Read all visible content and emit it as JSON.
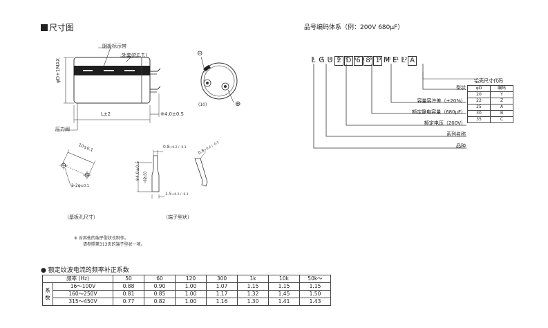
{
  "dimensions": {
    "title": "尺寸图",
    "sleeve_band_label": "阴极标示带",
    "outer_sleeve_label": "外套(P.E.T.)",
    "diameter_label": "φD+1MAX.",
    "length_label": "L±2",
    "lead_dim_label": "※4.0±0.5",
    "pressure_valve_label": "压力阀",
    "minus_sign": "⊖",
    "plus_sign": "⊕",
    "pitch_label": "(10)",
    "hole_pitch_label": "10±0.1",
    "hole_label": "2-2φ",
    "hole_tol": "±0.1",
    "lead_width_label": "0.8",
    "lead_width_tol": "+0.2 / -0.1",
    "lead_height_label": "※4.0±0.5",
    "lead_inner_label": "(2.3)",
    "lead_thick_label": "1.5",
    "lead_thick_tol": "+0.2 / -0.1",
    "lead_width2_label": "0.8",
    "lead_width2_tol": "+0.2 / -0.1",
    "caption_left": "（基板孔尺寸）",
    "caption_right": "（端子型状）",
    "note_line1": "※  对其他的端子型状也制作。",
    "note_line2": "请参照第313页的端子型状一项。"
  },
  "code_system": {
    "title": "品号编码体系（例：200V  680μF）",
    "positions": [
      "1",
      "2",
      "3",
      "4",
      "5",
      "6",
      "7",
      "8",
      "9",
      "10",
      "11",
      "12"
    ],
    "chars": [
      "L",
      "G",
      "U",
      "2",
      "D",
      "6",
      "8",
      "1",
      "M",
      "E",
      "L",
      "A"
    ],
    "boxed": [
      false,
      false,
      false,
      true,
      true,
      true,
      true,
      true,
      false,
      false,
      false,
      true
    ],
    "labels": {
      "shape": "型状",
      "tolerance": "容量容许差（±20%）",
      "capacitance": "额定静电容量（680μF）",
      "voltage": "额定电压（200V）",
      "series": "系列名称",
      "type": "品种"
    },
    "case_table": {
      "title": "铝壳尺寸代码",
      "headers": [
        "φD",
        "编码"
      ],
      "rows": [
        [
          "20",
          "Y"
        ],
        [
          "22",
          "Z"
        ],
        [
          "25",
          "A"
        ],
        [
          "30",
          "B"
        ],
        [
          "35",
          "C"
        ]
      ]
    }
  },
  "ripple": {
    "title": "额定纹波电流的频率补正系数",
    "freq_header": "频率 (Hz)",
    "row_header": "系数",
    "frequencies": [
      "50",
      "60",
      "120",
      "300",
      "1k",
      "10k",
      "50k～"
    ],
    "rows": [
      {
        "voltage": "16～100V",
        "values": [
          "0.88",
          "0.90",
          "1.00",
          "1.07",
          "1.15",
          "1.15",
          "1.15"
        ]
      },
      {
        "voltage": "160～250V",
        "values": [
          "0.81",
          "0.85",
          "1.00",
          "1.17",
          "1.32",
          "1.45",
          "1.50"
        ]
      },
      {
        "voltage": "315～450V",
        "values": [
          "0.77",
          "0.82",
          "1.00",
          "1.16",
          "1.30",
          "1.41",
          "1.43"
        ]
      }
    ]
  }
}
